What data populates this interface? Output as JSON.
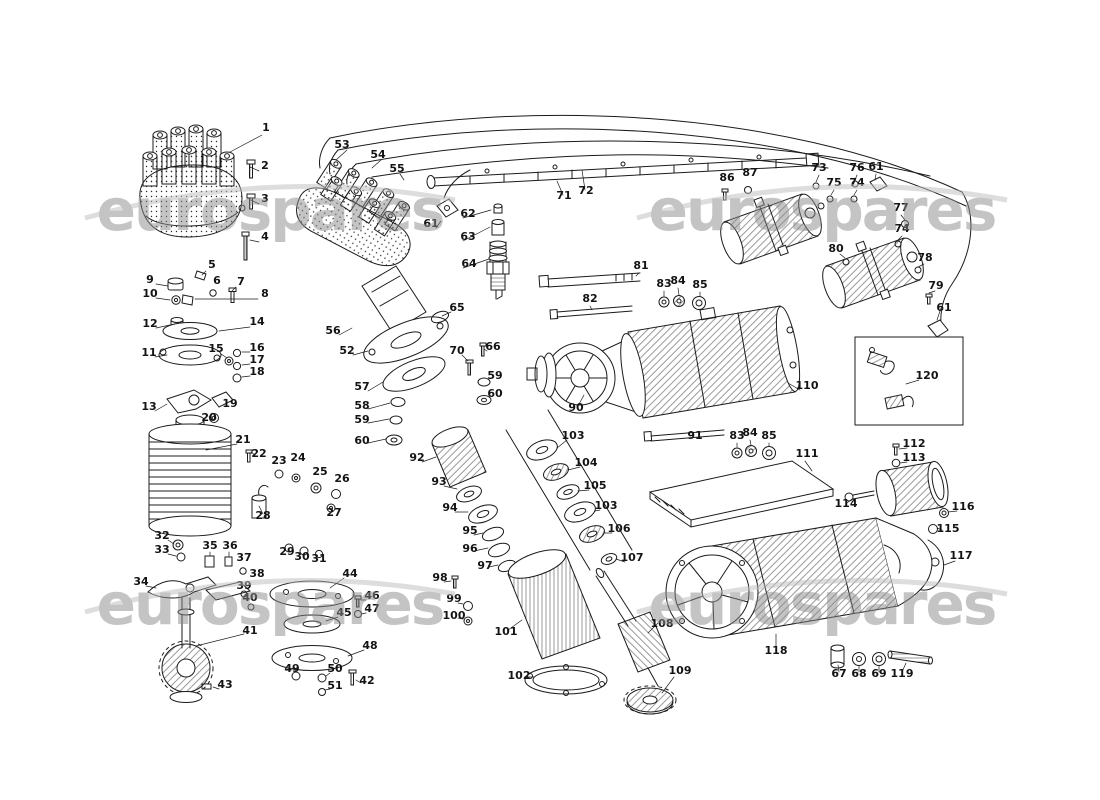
{
  "watermark": {
    "text": "eurospares",
    "color": "#8a8a8a"
  },
  "diagram": {
    "line_color": "#1b1b1b",
    "callouts": [
      [
        "1",
        266,
        131
      ],
      [
        "2",
        265,
        169
      ],
      [
        "3",
        265,
        202
      ],
      [
        "4",
        265,
        240
      ],
      [
        "5",
        212,
        268
      ],
      [
        "6",
        217,
        284
      ],
      [
        "7",
        241,
        285
      ],
      [
        "8",
        265,
        297
      ],
      [
        "9",
        150,
        283
      ],
      [
        "10",
        150,
        297
      ],
      [
        "12",
        150,
        327
      ],
      [
        "11",
        149,
        356
      ],
      [
        "13",
        149,
        410
      ],
      [
        "14",
        257,
        325
      ],
      [
        "15",
        216,
        352
      ],
      [
        "16",
        257,
        351
      ],
      [
        "17",
        257,
        363
      ],
      [
        "18",
        257,
        375
      ],
      [
        "19",
        230,
        407
      ],
      [
        "20",
        209,
        421
      ],
      [
        "21",
        243,
        443
      ],
      [
        "22",
        259,
        457
      ],
      [
        "23",
        279,
        464
      ],
      [
        "24",
        298,
        461
      ],
      [
        "25",
        320,
        475
      ],
      [
        "26",
        342,
        482
      ],
      [
        "27",
        334,
        516
      ],
      [
        "28",
        263,
        519
      ],
      [
        "29",
        287,
        555
      ],
      [
        "30",
        302,
        560
      ],
      [
        "31",
        319,
        562
      ],
      [
        "32",
        162,
        539
      ],
      [
        "33",
        162,
        553
      ],
      [
        "35",
        210,
        549
      ],
      [
        "36",
        230,
        549
      ],
      [
        "37",
        244,
        561
      ],
      [
        "34",
        141,
        585
      ],
      [
        "38",
        257,
        577
      ],
      [
        "39",
        244,
        589
      ],
      [
        "40",
        250,
        601
      ],
      [
        "41",
        250,
        634
      ],
      [
        "43",
        225,
        688
      ],
      [
        "42",
        367,
        684
      ],
      [
        "44",
        350,
        577
      ],
      [
        "45",
        344,
        616
      ],
      [
        "46",
        372,
        599
      ],
      [
        "47",
        372,
        612
      ],
      [
        "48",
        370,
        649
      ],
      [
        "49",
        292,
        672
      ],
      [
        "50",
        335,
        672
      ],
      [
        "51",
        335,
        689
      ],
      [
        "53",
        342,
        148
      ],
      [
        "54",
        378,
        158
      ],
      [
        "55",
        397,
        172
      ],
      [
        "56",
        333,
        334
      ],
      [
        "52",
        347,
        354
      ],
      [
        "57",
        362,
        390
      ],
      [
        "58",
        362,
        409
      ],
      [
        "59",
        362,
        423
      ],
      [
        "60",
        362,
        444
      ],
      [
        "61",
        431,
        227
      ],
      [
        "62",
        468,
        217
      ],
      [
        "63",
        468,
        240
      ],
      [
        "64",
        469,
        267
      ],
      [
        "65",
        457,
        311
      ],
      [
        "70",
        457,
        354
      ],
      [
        "66",
        493,
        350
      ],
      [
        "59",
        495,
        379
      ],
      [
        "60",
        495,
        397
      ],
      [
        "71",
        564,
        199
      ],
      [
        "72",
        586,
        194
      ],
      [
        "73",
        819,
        171
      ],
      [
        "75",
        834,
        186
      ],
      [
        "76",
        857,
        171
      ],
      [
        "74",
        857,
        186
      ],
      [
        "61",
        876,
        170
      ],
      [
        "77",
        901,
        211
      ],
      [
        "74",
        902,
        232
      ],
      [
        "80",
        836,
        252
      ],
      [
        "78",
        925,
        261
      ],
      [
        "79",
        936,
        289
      ],
      [
        "61",
        944,
        311
      ],
      [
        "86",
        727,
        181
      ],
      [
        "87",
        750,
        176
      ],
      [
        "81",
        641,
        269
      ],
      [
        "82",
        590,
        302
      ],
      [
        "83",
        664,
        287
      ],
      [
        "84",
        678,
        284
      ],
      [
        "85",
        700,
        288
      ],
      [
        "90",
        576,
        411
      ],
      [
        "91",
        695,
        439
      ],
      [
        "83",
        737,
        439
      ],
      [
        "84",
        750,
        436
      ],
      [
        "85",
        769,
        439
      ],
      [
        "92",
        417,
        461
      ],
      [
        "93",
        439,
        485
      ],
      [
        "94",
        450,
        511
      ],
      [
        "95",
        470,
        534
      ],
      [
        "96",
        470,
        552
      ],
      [
        "97",
        485,
        569
      ],
      [
        "98",
        440,
        581
      ],
      [
        "99",
        454,
        602
      ],
      [
        "100",
        454,
        619
      ],
      [
        "101",
        506,
        635
      ],
      [
        "102",
        519,
        679
      ],
      [
        "103",
        573,
        439
      ],
      [
        "104",
        586,
        466
      ],
      [
        "105",
        595,
        489
      ],
      [
        "103",
        606,
        509
      ],
      [
        "106",
        619,
        532
      ],
      [
        "107",
        632,
        561
      ],
      [
        "108",
        662,
        627
      ],
      [
        "109",
        680,
        674
      ],
      [
        "110",
        807,
        389
      ],
      [
        "111",
        807,
        457
      ],
      [
        "112",
        914,
        447
      ],
      [
        "113",
        914,
        461
      ],
      [
        "114",
        846,
        507
      ],
      [
        "116",
        963,
        510
      ],
      [
        "115",
        948,
        532
      ],
      [
        "117",
        961,
        559
      ],
      [
        "118",
        776,
        654
      ],
      [
        "67",
        839,
        677
      ],
      [
        "68",
        859,
        677
      ],
      [
        "69",
        879,
        677
      ],
      [
        "119",
        902,
        677
      ],
      [
        "120",
        927,
        379
      ]
    ]
  }
}
